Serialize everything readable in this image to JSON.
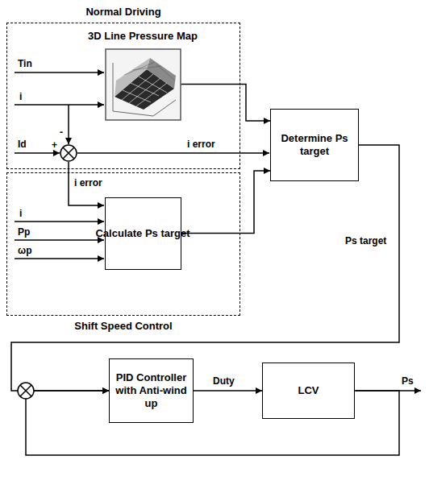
{
  "diagram": {
    "nodes": [
      {
        "text": [
          "Normal Driving"
        ]
      },
      {
        "text": [
          "3D Line Pressure Map"
        ],
        "in": 0
      },
      {
        "text": [
          "Determine Ps target"
        ]
      },
      {
        "text": [
          "Shift Speed Control"
        ]
      },
      {
        "text": [
          "Calculate Ps target"
        ],
        "in": 3
      },
      {
        "text": [
          "PID Controller with Anti-wind up"
        ]
      },
      {
        "text": [
          "LCV"
        ]
      }
    ],
    "edges": [
      {
        "from": 1,
        "to": 2,
        "arrow": "to"
      },
      {
        "from": 4,
        "to": 2,
        "arrow": "to"
      },
      {
        "from": 2,
        "to": 5,
        "arrow": "to",
        "label": "Ps target"
      },
      {
        "from": 5,
        "to": 6,
        "arrow": "to",
        "label": "Duty"
      },
      {
        "from": 6,
        "to": 5,
        "arrow": "to"
      }
    ],
    "labels": [
      "Tin",
      "i",
      "-",
      "+",
      "Id",
      "i error",
      "i error",
      "i",
      "Pp",
      "ωp",
      "Ps"
    ]
  }
}
